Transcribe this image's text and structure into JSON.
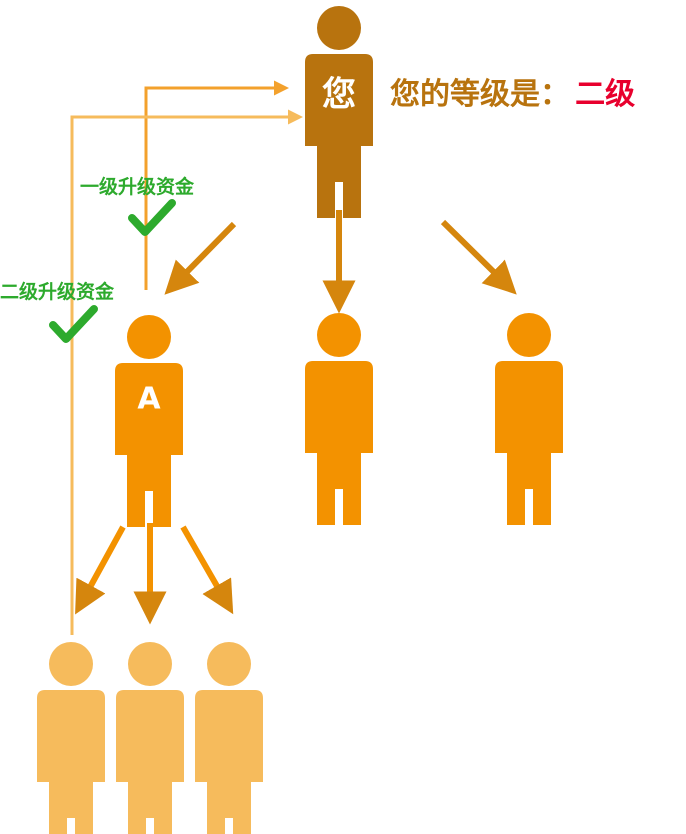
{
  "colors": {
    "top": "#B8730E",
    "middle": "#F39200",
    "bottom": "#F6BB5C",
    "arrow": "#D5860D",
    "arrow_light": "#F3A12C",
    "flow_line": "#F6BB5C",
    "check": "#2DAA2D",
    "fund_text": "#2DAA2D",
    "level_text": "#B8730E",
    "level_value": "#E8002D"
  },
  "you": {
    "badge": "您"
  },
  "level": {
    "prefix": "您的等级是：",
    "value": "二级"
  },
  "child_a": {
    "badge": "A"
  },
  "funds": {
    "first": "一级升级资金",
    "second": "二级升级资金"
  },
  "icons": {
    "person": "person-icon",
    "check": "check-icon",
    "arrow": "arrow-icon"
  }
}
